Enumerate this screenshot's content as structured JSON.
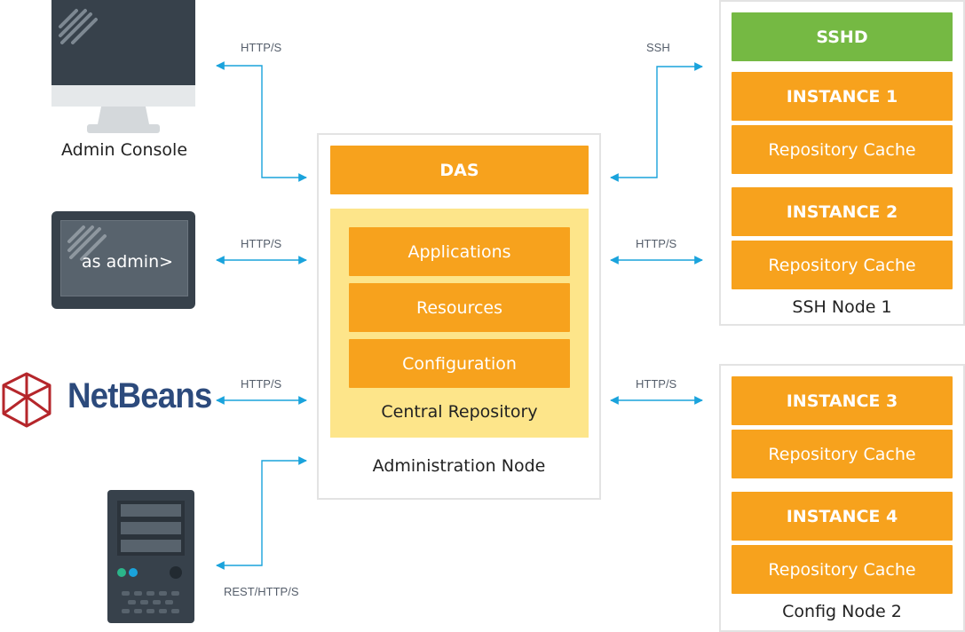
{
  "clients": {
    "admin_console": "Admin Console",
    "terminal_prompt": "as admin>",
    "netbeans": "NetBeans"
  },
  "protocols": {
    "admin_console": "HTTP/S",
    "terminal": "HTTP/S",
    "netbeans": "HTTP/S",
    "server": "REST/HTTP/S",
    "ssh": "SSH",
    "ssh_node": "HTTP/S",
    "config_node": "HTTP/S"
  },
  "admin_node": {
    "das": "DAS",
    "applications": "Applications",
    "resources": "Resources",
    "configuration": "Configuration",
    "central_repository": "Central Repository",
    "title": "Administration Node"
  },
  "ssh_node": {
    "sshd": "SSHD",
    "instance1": "INSTANCE 1",
    "cache1": "Repository Cache",
    "instance2": "INSTANCE 2",
    "cache2": "Repository Cache",
    "title": "SSH Node 1"
  },
  "config_node": {
    "instance3": "INSTANCE 3",
    "cache3": "Repository Cache",
    "instance4": "INSTANCE 4",
    "cache4": "Repository Cache",
    "title": "Config Node 2"
  },
  "colors": {
    "orange": "#f7a21d",
    "green": "#75b943",
    "repo_yellow": "#fde58a",
    "arrow": "#1aa3dc",
    "device_dark": "#37414b",
    "netbeans_blue": "#2c4a7c",
    "netbeans_red": "#b5262b"
  }
}
